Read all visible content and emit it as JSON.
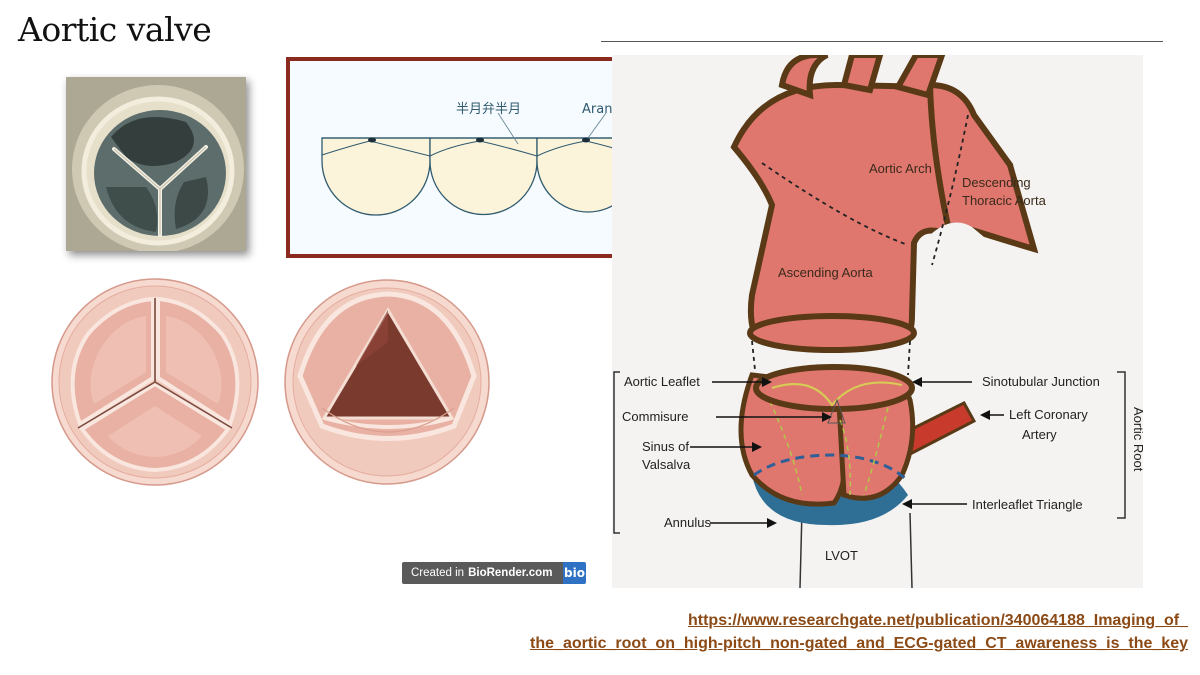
{
  "slide": {
    "title": "Aortic valve"
  },
  "cusps_diagram": {
    "label_semilunar": "半月弁半月",
    "label_arantius": "Arantius結節"
  },
  "biorender_badge": {
    "created_in": "Created in",
    "brand": "BioRender.com",
    "logo": "bio"
  },
  "aortic_root_diagram": {
    "labels": {
      "aortic_arch": "Aortic Arch",
      "descending_line1": "Descending",
      "descending_line2": "Thoracic Aorta",
      "ascending": "Ascending Aorta",
      "aortic_leaflet": "Aortic Leaflet",
      "commisure": "Commisure",
      "sinus_line1": "Sinus of",
      "sinus_line2": "Valsalva",
      "annulus": "Annulus",
      "sinotubular": "Sinotubular Junction",
      "left_coronary_line1": "Left Coronary",
      "left_coronary_line2": "Artery",
      "interleaflet": "Interleaflet Triangle",
      "aortic_root": "Aortic Root",
      "lvot": "LVOT"
    }
  },
  "reference": {
    "line1": "https://www.researchgate.net/publication/340064188_Imaging_of_",
    "line2": "the_aortic_root_on_high-pitch_non-gated_and_ECG-gated_CT_awareness_is_the_key"
  },
  "colors": {
    "frame_red": "#8b2a1f",
    "aorta_fill": "#e0776f",
    "aorta_outline": "#5a3a16",
    "lvot_blue": "#2f6f96",
    "link_brown": "#8b4a16",
    "valve_pink": "#e8b1a3",
    "valve_dark": "#7a3a2e"
  }
}
